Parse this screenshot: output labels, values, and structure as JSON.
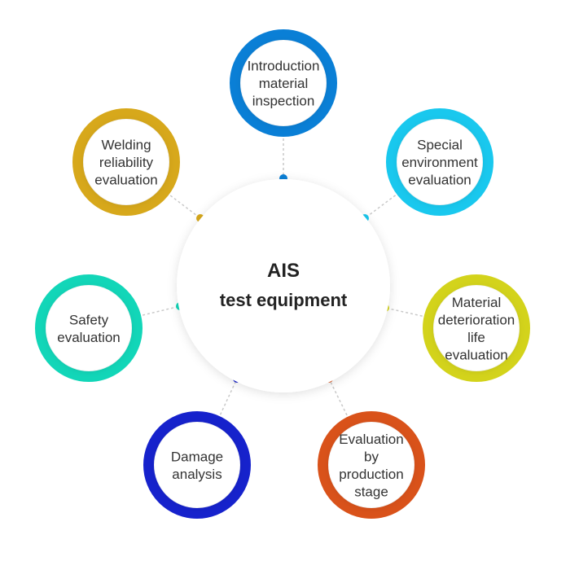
{
  "center": {
    "title": "AIS",
    "subtitle": "test equipment"
  },
  "nodes": [
    {
      "id": "introduction",
      "lines": [
        "Introduction",
        "material",
        "inspection"
      ],
      "color": "#0a7fd6"
    },
    {
      "id": "special-environment",
      "lines": [
        "Special",
        "environment",
        "evaluation"
      ],
      "color": "#19c8ee"
    },
    {
      "id": "material-deterioration",
      "lines": [
        "Material",
        "deterioration",
        "life",
        "evaluation"
      ],
      "color": "#d3d31b"
    },
    {
      "id": "production-stage",
      "lines": [
        "Evaluation",
        "by",
        "production",
        "stage"
      ],
      "color": "#d9521a"
    },
    {
      "id": "damage-analysis",
      "lines": [
        "Damage",
        "analysis"
      ],
      "color": "#1622cc"
    },
    {
      "id": "safety",
      "lines": [
        "Safety",
        "evaluation"
      ],
      "color": "#12d6b8"
    },
    {
      "id": "welding",
      "lines": [
        "Welding",
        "reliability",
        "evaluation"
      ],
      "color": "#d7a81b"
    }
  ]
}
